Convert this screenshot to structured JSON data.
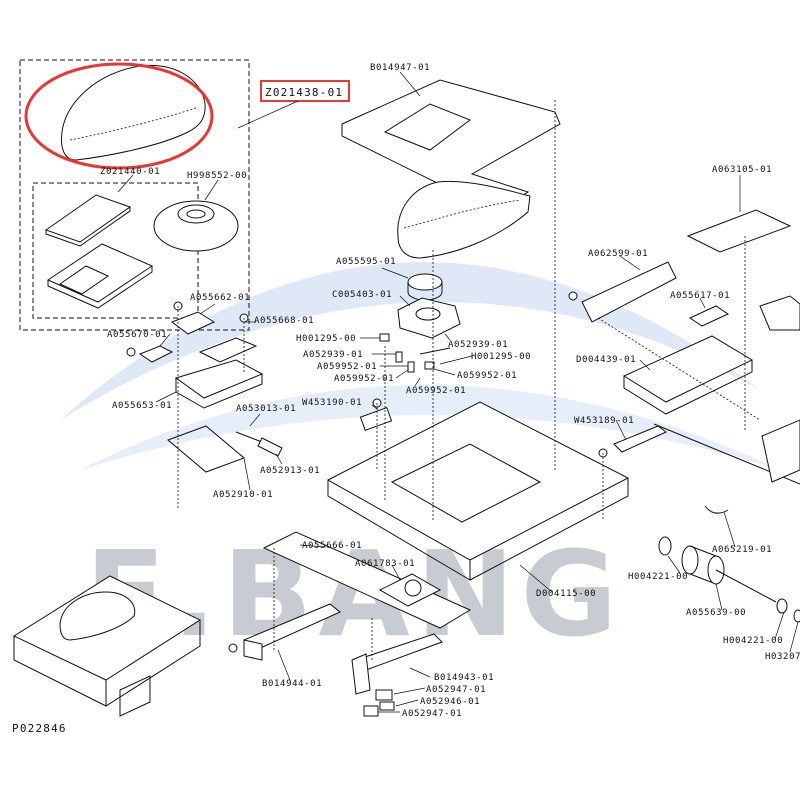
{
  "watermark": {
    "text": "E.BANG",
    "color": "#c7cbd2",
    "swoosh_color": "#dfe8f6"
  },
  "highlight": {
    "color": "#e53935",
    "part": "Z021438-01"
  },
  "drawing_number": "P022846",
  "labels": {
    "z021438": "Z021438-01",
    "z021440": "Z021440-01",
    "h998552": "H998552-00",
    "b014947": "B014947-01",
    "a063105": "A063105-01",
    "a055595": "A055595-01",
    "c005403": "C005403-01",
    "a055662": "A055662-01",
    "a055668": "A055668-01",
    "a055670": "A055670-01",
    "h001295a": "H001295-00",
    "a052939a": "A052939-01",
    "a052939b": "A052939-01",
    "h001295b": "H001295-00",
    "a059952a": "A059952-01",
    "a059952b": "A059952-01",
    "a059952c": "A059952-01",
    "a059952d": "A059952-01",
    "a062599": "A062599-01",
    "a055617": "A055617-01",
    "d004439": "D004439-01",
    "a055653": "A055653-01",
    "w453190": "W453190-01",
    "a053013": "A053013-01",
    "w453189": "W453189-01",
    "a052913": "A052913-01",
    "a052910": "A052910-01",
    "a055666": "A055666-01",
    "a061783": "A061783-01",
    "a065219": "A065219-01",
    "h004221a": "H004221-00",
    "d004115": "D004115-00",
    "a055639": "A055639-00",
    "h004221b": "H004221-00",
    "h03207": "H03207",
    "b014944": "B014944-01",
    "b014943": "B014943-01",
    "a052947a": "A052947-01",
    "a052946": "A052946-01",
    "a052947b": "A052947-01"
  }
}
